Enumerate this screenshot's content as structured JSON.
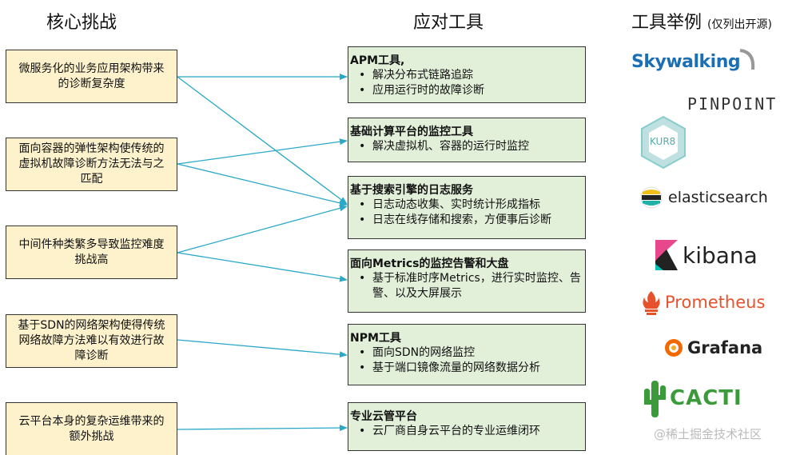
{
  "headers": {
    "challenges": "核心挑战",
    "tools": "应对工具",
    "examples": "工具举例",
    "examples_note": "(仅列出开源)"
  },
  "challenges": [
    {
      "lines": [
        "微服务化的业务应用架构带来",
        "的诊断复杂度"
      ]
    },
    {
      "lines": [
        "面向容器的弹性架构使传统的",
        "虚拟机故障诊断方法无法与之",
        "匹配"
      ]
    },
    {
      "lines": [
        "中间件种类繁多导致监控难度",
        "挑战高"
      ]
    },
    {
      "lines": [
        "基于SDN的网络架构使得传统",
        "网络故障方法难以有效进行故",
        "障诊断"
      ]
    },
    {
      "lines": [
        "云平台本身的复杂运维带来的",
        "额外挑战"
      ]
    }
  ],
  "tools": [
    {
      "title": "APM工具,",
      "bullets": [
        "解决分布式链路追踪",
        "应用运行时的故障诊断"
      ]
    },
    {
      "title": "基础计算平台的监控工具",
      "bullets": [
        "解决虚拟机、容器的运行时监控"
      ]
    },
    {
      "title": "基于搜索引擎的日志服务",
      "bullets": [
        "日志动态收集、实时统计形成指标",
        "日志在线存储和搜索，方便事后诊断"
      ]
    },
    {
      "title": "面向Metrics的监控告警和大盘",
      "bullets": [
        "基于标准时序Metrics，进行实时监控、告警、以及大屏展示"
      ]
    },
    {
      "title": "NPM工具",
      "bullets": [
        "面向SDN的网络监控",
        "基于端口镜像流量的网络数据分析"
      ]
    },
    {
      "title": "专业云管平台",
      "bullets": [
        "云厂商自身云平台的专业运维闭环"
      ]
    }
  ],
  "logos": {
    "skywalking": {
      "text": "Skywalking",
      "icon": "skywalking-swoosh-icon"
    },
    "pinpoint": {
      "text": "PINPOINT"
    },
    "kur8": {
      "text": "KUR8",
      "icon": "hexagon-icon"
    },
    "elasticsearch": {
      "text": "elasticsearch",
      "icon": "elasticsearch-icon"
    },
    "kibana": {
      "text": "kibana",
      "icon": "kibana-icon"
    },
    "prometheus": {
      "text": "Prometheus",
      "icon": "prometheus-flame-icon"
    },
    "grafana": {
      "text": "Grafana",
      "icon": "grafana-gear-icon"
    },
    "cacti": {
      "text": "CACTI",
      "icon": "cactus-icon"
    }
  },
  "watermark": "@稀土掘金技术社区",
  "colors": {
    "challenge_fill": "#fdf2cc",
    "tool_fill": "#e2efd9",
    "arrow": "#2aa8c8",
    "border": "#333333"
  }
}
